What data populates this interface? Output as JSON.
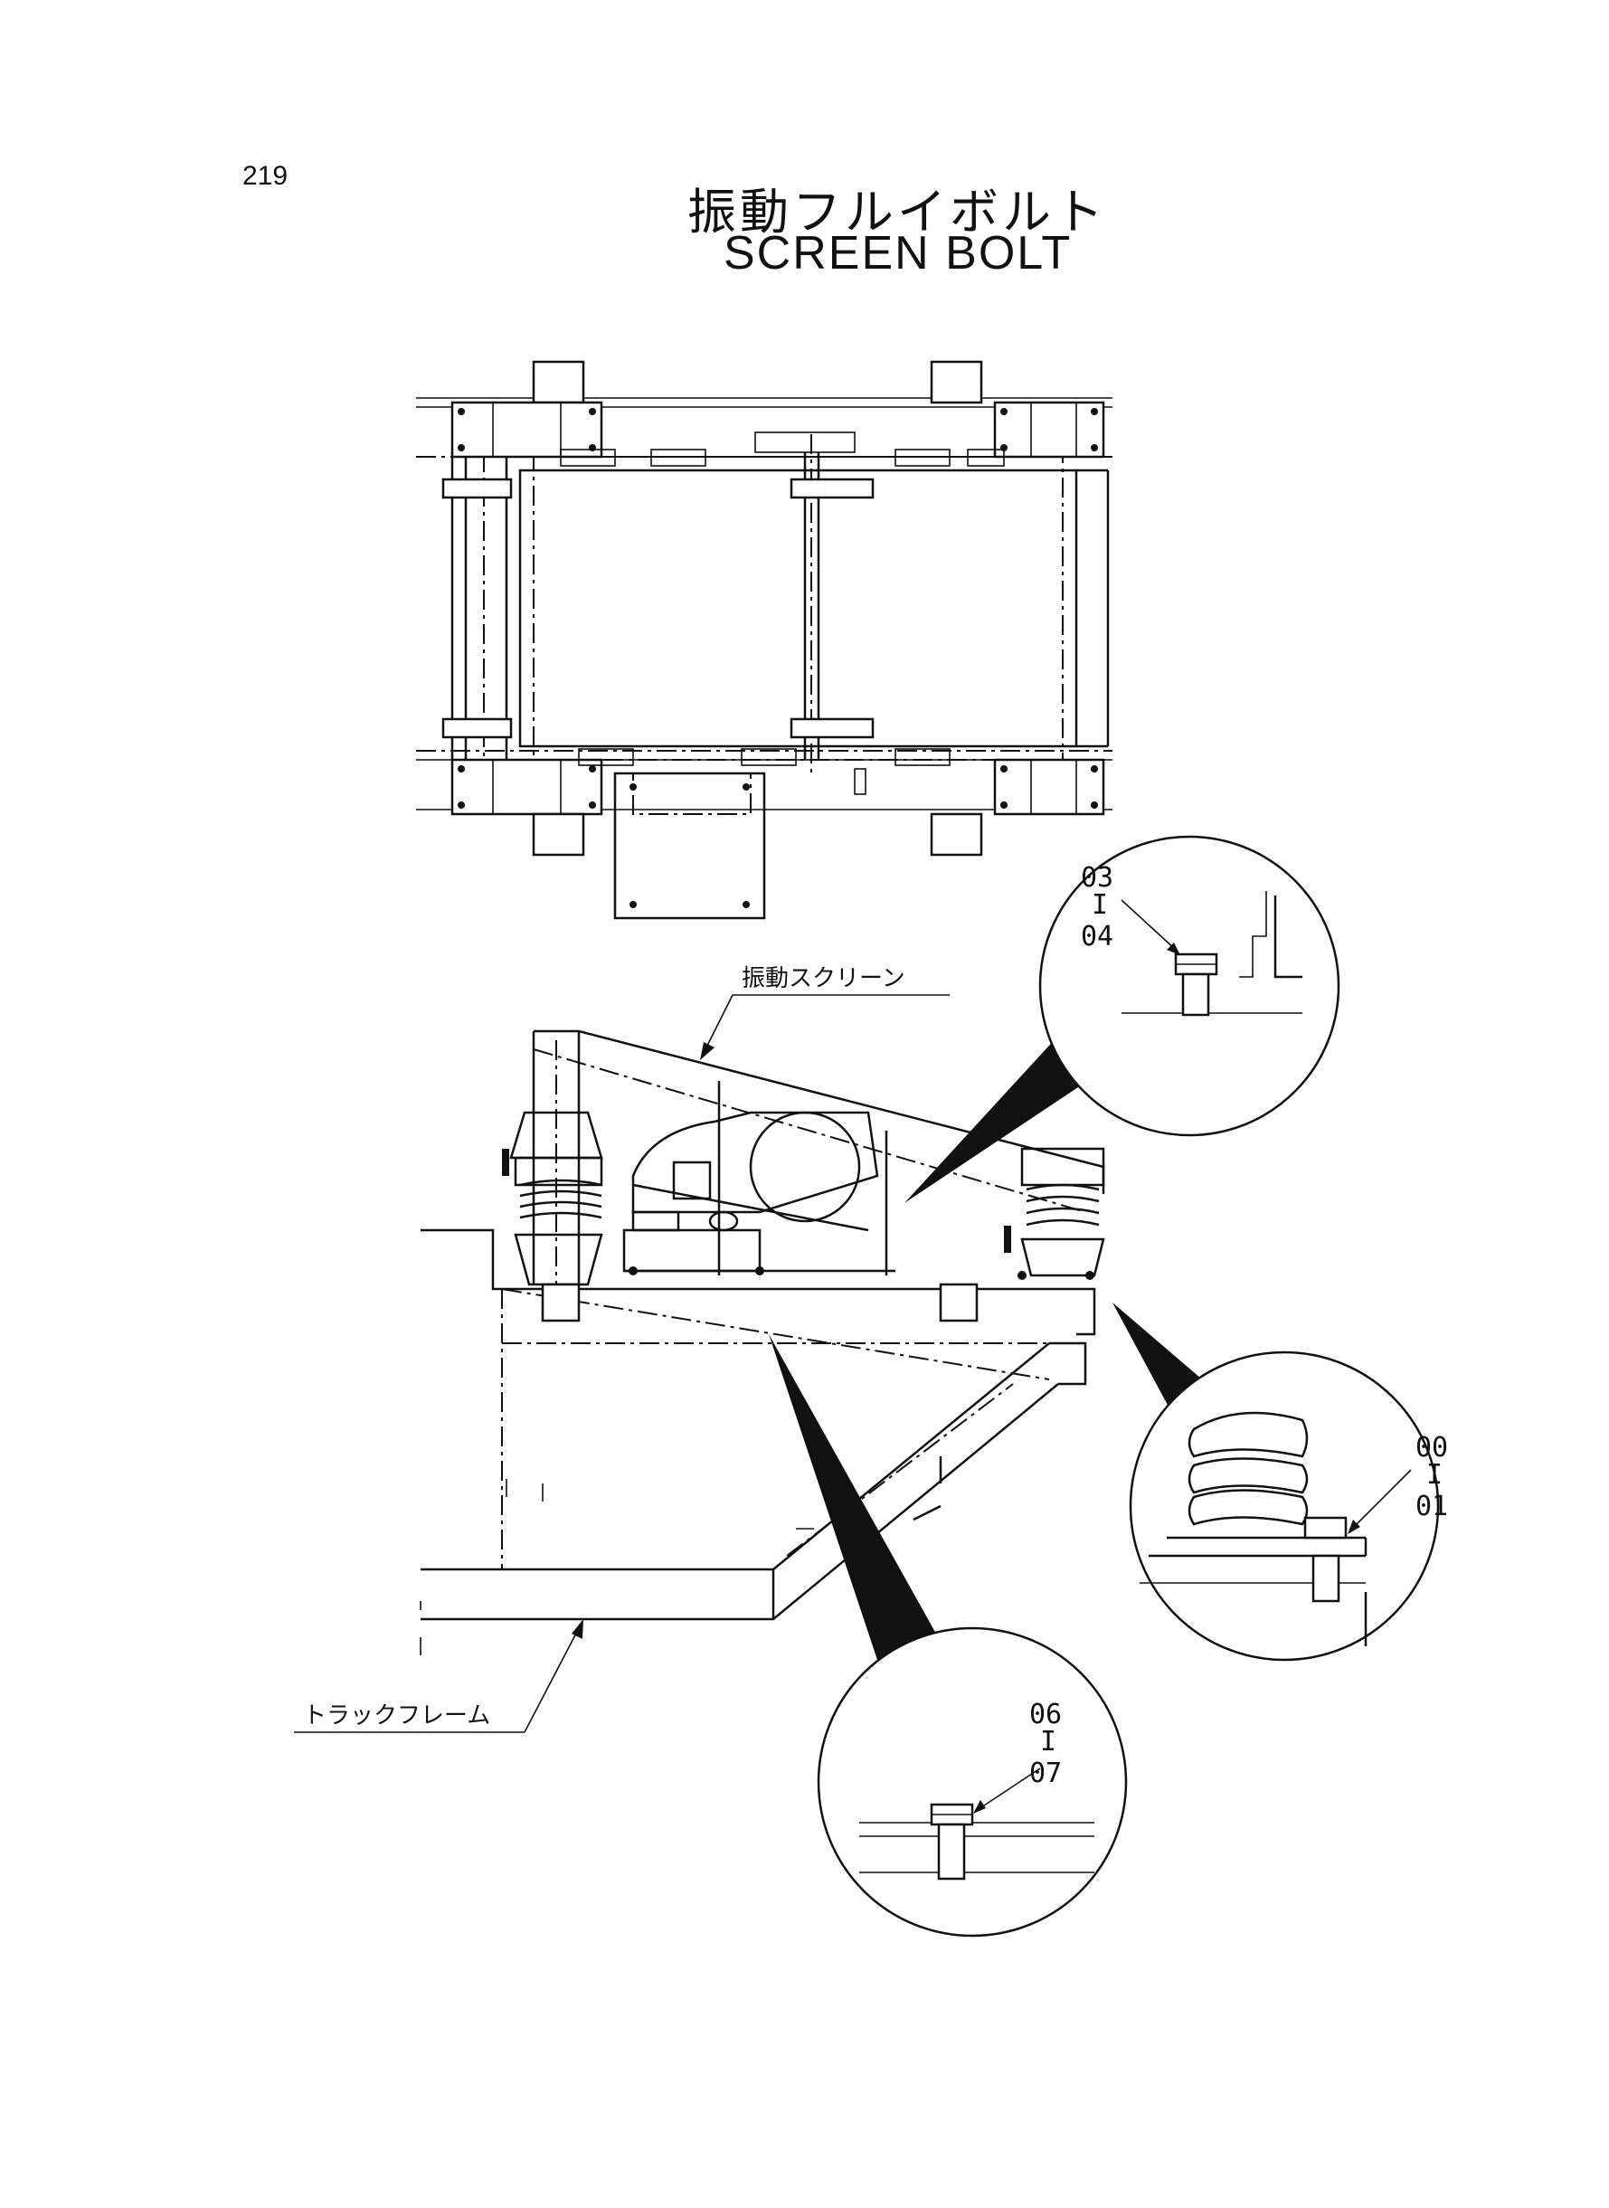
{
  "page_number": "219",
  "title_jp": "振動フルイボルト",
  "title_en": "SCREEN  BOLT",
  "labels": {
    "vibrating_screen": "振動スクリーン",
    "track_frame": "トラックフレーム"
  },
  "callouts": {
    "top": {
      "from": "03",
      "sep": "I",
      "to": "04"
    },
    "right": {
      "from": "00",
      "sep": "I",
      "to": "01"
    },
    "bottom": {
      "from": "06",
      "sep": "I",
      "to": "07"
    }
  }
}
